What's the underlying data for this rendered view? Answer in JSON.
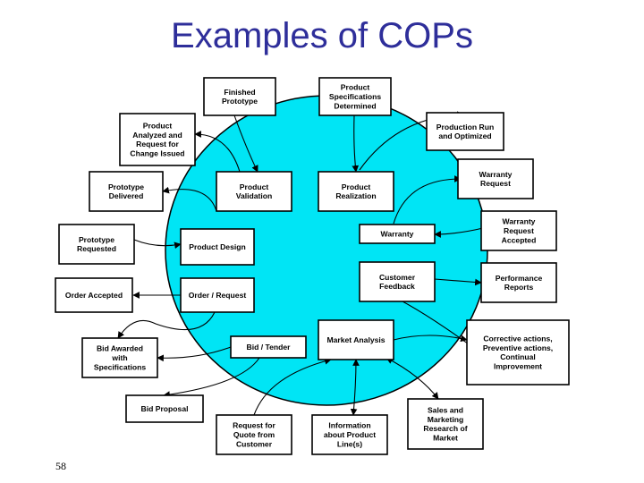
{
  "title": "Examples of COPs",
  "page_number": "58",
  "colors": {
    "title": "#2e2e9a",
    "circle_fill": "#00e5f5",
    "circle_stroke": "#000000"
  },
  "inner_boxes": [
    {
      "id": "product-validation",
      "lines": [
        "Product",
        "Validation"
      ]
    },
    {
      "id": "product-realization",
      "lines": [
        "Product",
        "Realization"
      ]
    },
    {
      "id": "product-design",
      "lines": [
        "Product Design"
      ]
    },
    {
      "id": "warranty",
      "lines": [
        "Warranty"
      ]
    },
    {
      "id": "order-request",
      "lines": [
        "Order / Request"
      ]
    },
    {
      "id": "customer-feedback",
      "lines": [
        "Customer",
        "Feedback"
      ]
    },
    {
      "id": "bid-tender",
      "lines": [
        "Bid / Tender"
      ]
    },
    {
      "id": "market-analysis",
      "lines": [
        "Market Analysis"
      ]
    }
  ],
  "outer_boxes": [
    {
      "id": "finished-prototype",
      "lines": [
        "Finished",
        "Prototype"
      ]
    },
    {
      "id": "product-specifications-determined",
      "lines": [
        "Product",
        "Specifications",
        "Determined"
      ]
    },
    {
      "id": "product-analyzed",
      "lines": [
        "Product",
        "Analyzed and",
        "Request for",
        "Change Issued"
      ]
    },
    {
      "id": "production-run",
      "lines": [
        "Production Run",
        "and Optimized"
      ]
    },
    {
      "id": "prototype-delivered",
      "lines": [
        "Prototype",
        "Delivered"
      ]
    },
    {
      "id": "warranty-request",
      "lines": [
        "Warranty",
        "Request"
      ]
    },
    {
      "id": "prototype-requested",
      "lines": [
        "Prototype",
        "Requested"
      ]
    },
    {
      "id": "warranty-request-accepted",
      "lines": [
        "Warranty",
        "Request",
        "Accepted"
      ]
    },
    {
      "id": "order-accepted",
      "lines": [
        "Order Accepted"
      ]
    },
    {
      "id": "performance-reports",
      "lines": [
        "Performance",
        "Reports"
      ]
    },
    {
      "id": "bid-awarded",
      "lines": [
        "Bid Awarded",
        "with",
        "Specifications"
      ]
    },
    {
      "id": "corrective-actions",
      "lines": [
        "Corrective actions,",
        "Preventive actions,",
        "Continual",
        "Improvement"
      ]
    },
    {
      "id": "bid-proposal",
      "lines": [
        "Bid Proposal"
      ]
    },
    {
      "id": "sales-marketing",
      "lines": [
        "Sales and",
        "Marketing",
        "Research of",
        "Market"
      ]
    },
    {
      "id": "request-for-quote",
      "lines": [
        "Request for",
        "Quote from",
        "Customer"
      ]
    },
    {
      "id": "information-product-lines",
      "lines": [
        "Information",
        "about Product",
        "Line(s)"
      ]
    }
  ]
}
